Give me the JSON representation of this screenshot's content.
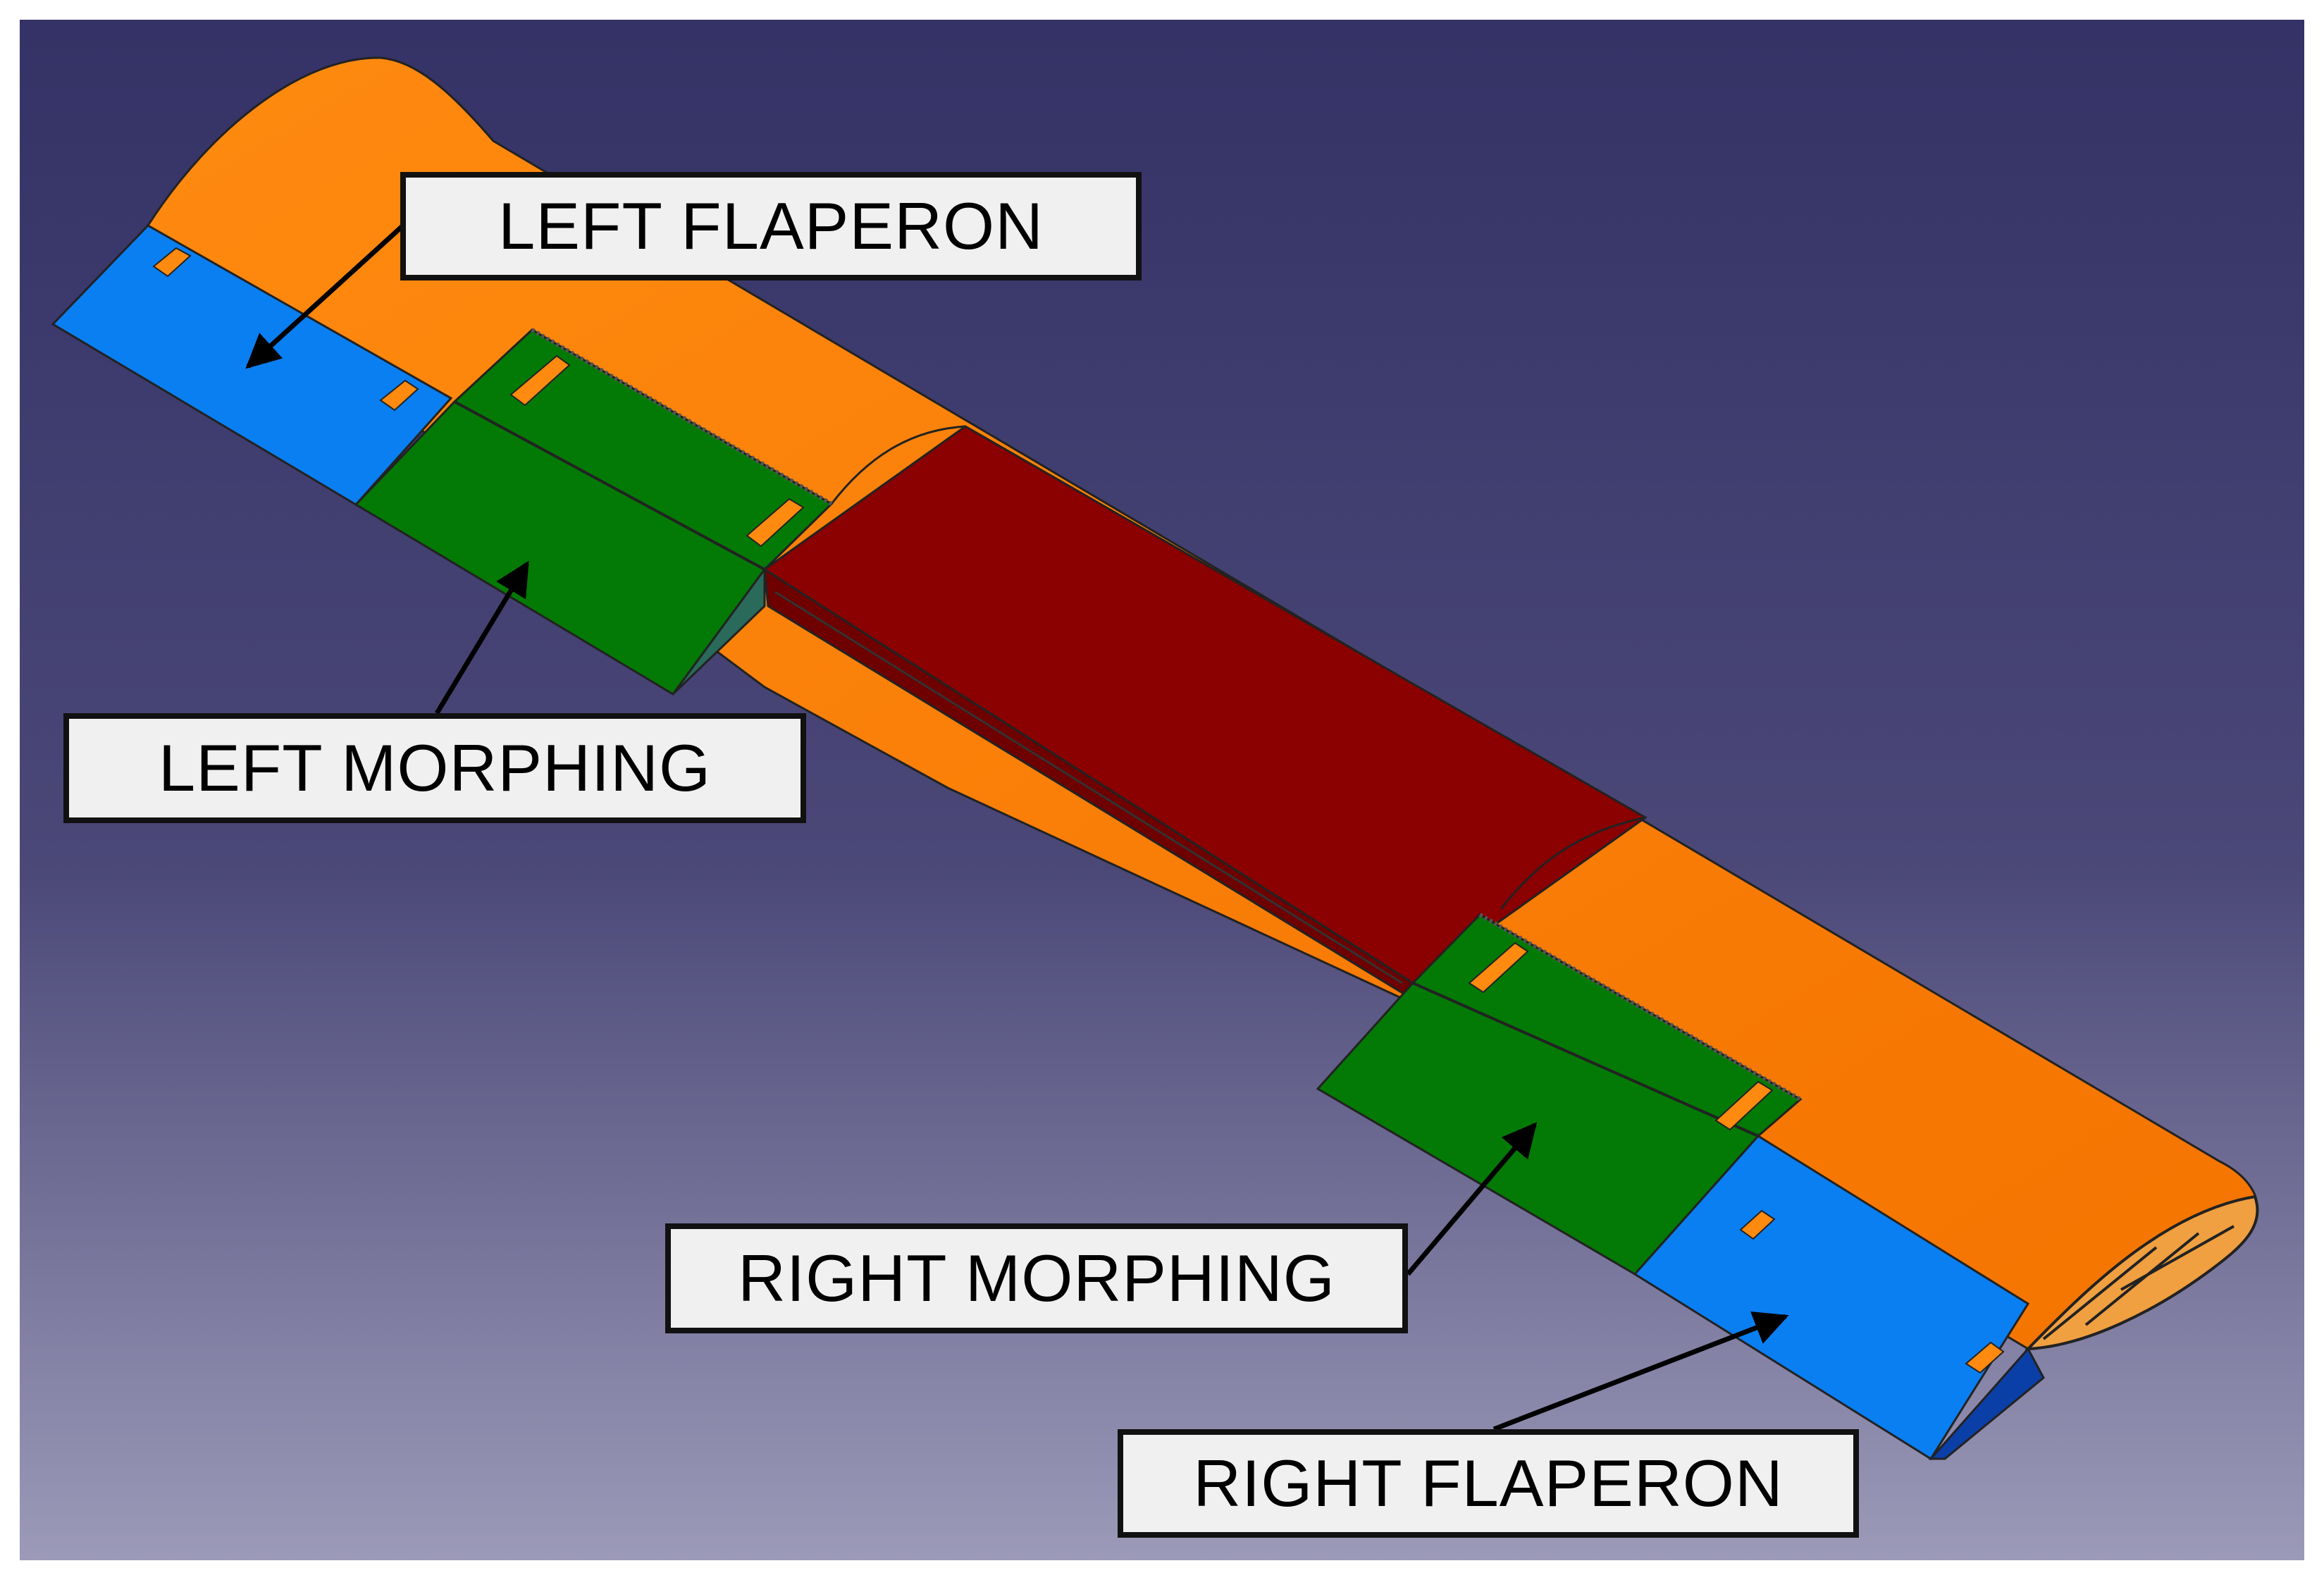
{
  "figure": {
    "colors": {
      "background_top": "#343266",
      "background_bottom": "#9c9ab8",
      "flaperon_blue": "#0a7ff2",
      "morphing_green": "#037a05",
      "center_red": "#8b0000",
      "skin_orange": "#ff7c00",
      "label_fill": "#f0f0f0",
      "label_border": "#111111"
    },
    "labels": {
      "left_flaperon": "LEFT FLAPERON",
      "left_morphing": "LEFT MORPHING",
      "right_morphing": "RIGHT MORPHING",
      "right_flaperon": "RIGHT FLAPERON"
    }
  }
}
